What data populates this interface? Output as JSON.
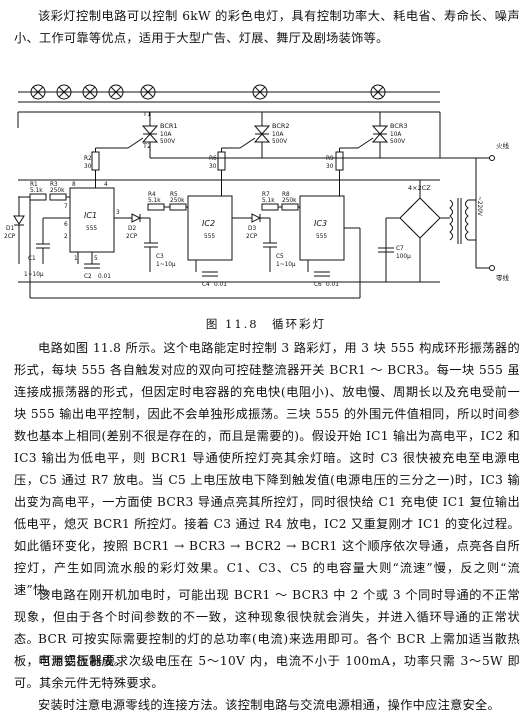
{
  "intro": "该彩灯控制电路可以控制 6kW 的彩色电灯，具有控制功率大、耗电省、寿命长、噪声小、工作可靠等优点，适用于大型广告、灯展、舞厅及剧场装饰等。",
  "figure": {
    "caption": "图 11.8　循环彩灯",
    "labels": {
      "T1": "T1",
      "T2": "T2",
      "bcr1": "BCR1",
      "bcr1_rating": "10A\n500V",
      "bcr2": "BCR2",
      "bcr2_rating": "10A\n500V",
      "bcr3": "BCR3",
      "bcr3_rating": "10A\n500V",
      "r2": "R2",
      "r2_val": "30",
      "r6": "R6",
      "r6_val": "30",
      "r9": "R9",
      "r9_val": "30",
      "r1": "R1",
      "r1_val": "5.1k",
      "r3": "R3",
      "r3_val": "250k",
      "r4": "R4",
      "r4_val": "5.1k",
      "r5": "R5",
      "r5_val": "250k",
      "r7": "R7",
      "r7_val": "5.1k",
      "r8": "R8",
      "r8_val": "250k",
      "d1": "D1",
      "d1_val": "2CP",
      "d2": "D2",
      "d2_val": "2CP",
      "d3": "D3",
      "d3_val": "2CP",
      "c1": "C1",
      "c1_val": "1~10μ",
      "c2": "C2",
      "c2_val": "0.01",
      "c3": "C3",
      "c3_val": "1~10μ",
      "c4": "C4",
      "c4_val": "0.01",
      "c5": "C5",
      "c5_val": "1~10μ",
      "c6": "C6",
      "c6_val": "0.01",
      "c7": "C7",
      "c7_val": "100μ",
      "ic1": "IC1",
      "ic2": "IC2",
      "ic3": "IC3",
      "ic_model": "555",
      "bridge": "4×2CZ",
      "transformer": "~220V",
      "live": "火线",
      "neutral": "零线",
      "pins": [
        "8",
        "4",
        "7",
        "6",
        "2",
        "1",
        "5",
        "3"
      ]
    }
  },
  "paragraphs": [
    "电路如图 11.8 所示。这个电路能定时控制 3 路彩灯，用 3 块 555 构成环形振荡器的形式，每块 555 各自触发对应的双向可控硅整流器开关 BCR1 ～ BCR3。每一块 555 虽连接成振荡器的形式，但因定时电容器的充电快(电阻小)、放电慢、周期长以及充电受前一块 555 输出电平控制，因此不会单独形成振荡。三块 555 的外围元件值相同，所以时间参数也基本上相同(差别不很是存在的，而且是需要的)。假设开始 IC1 输出为高电平，IC2 和 IC3 输出为低电平，则 BCR1 导通使所控灯亮其余灯暗。这时 C3 很快被充电至电源电压，C5 通过 R7 放电。当 C5 上电压放电下降到触发值(电源电压的三分之一)时，IC3 输出变为高电平，一方面使 BCR3 导通点亮其所控灯，同时很快给 C1 充电使 IC1 复位输出低电平，熄灭 BCR1 所控灯。接着 C3 通过 R4 放电，IC2 又重复刚才 IC1 的变化过程。如此循环变化，按照 BCR1 → BCR3 → BCR2 → BCR1 这个顺序依次导通，点亮各自所控灯，产生如同流水般的彩灯效果。C1、C3、C5 的电容量大则“流速”慢，反之则“流速”快。",
    "该电路在刚开机加电时，可能出现 BCR1 ～ BCR3 中 2 个或 3 个同时导通的不正常现象，但由于各个时间参数的不一致，这种现象很快就会消失，并进入循环导通的正常状态。",
    "BCR 可按实际需要控制的灯的总功率(电流)来选用即可。各个 BCR 上需加适当散热板，可用铝板制成。",
    "电源变压器要求次级电压在 5～10V 内，电流不小于 100mA，功率只需 3～5W 即可。其余元件无特殊要求。",
    "安装时注意电源零线的连接方法。该控制电路与交流电源相通，操作中应注意安全。"
  ]
}
